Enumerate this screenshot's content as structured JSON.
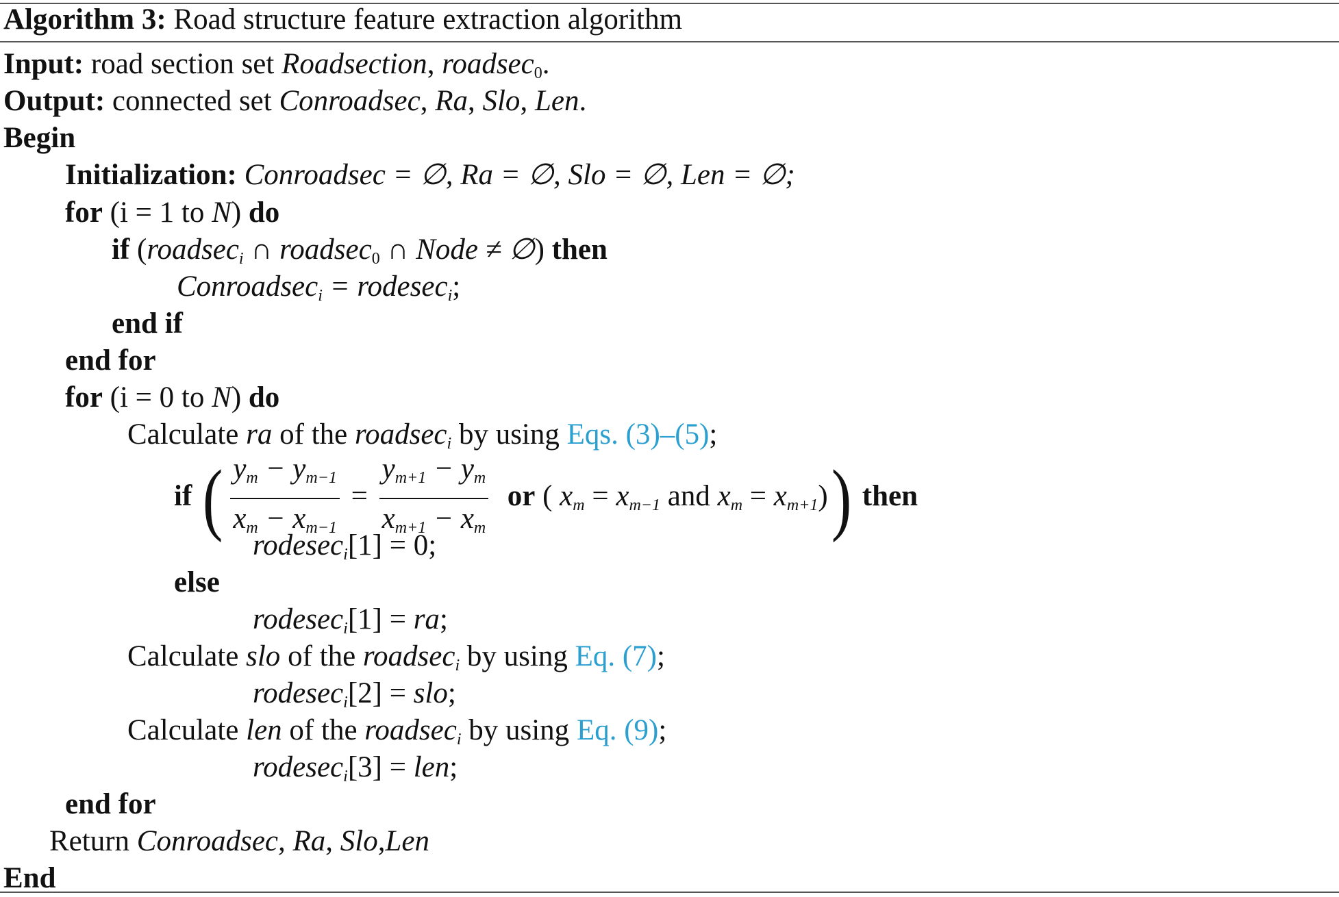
{
  "algorithm": {
    "label": "Algorithm 3:",
    "title": "Road structure feature extraction algorithm",
    "input_label": "Input:",
    "input_text": " road section set ",
    "input_var1": "Roadsection",
    "input_sep": ", ",
    "input_var2": "roadsec",
    "input_var2_sub": "0",
    "input_end": ".",
    "output_label": "Output:",
    "output_text": " connected set ",
    "output_vars": "Conroadsec",
    "output_ra": "Ra",
    "output_slo": "Slo",
    "output_len": "Len",
    "begin": "Begin",
    "end": "End",
    "init_label": "Initialization:",
    "init_expr": "Conroadsec = ∅, Ra = ∅, Slo = ∅, Len = ∅;",
    "for": "for",
    "do": "do",
    "if": "if",
    "then": "then",
    "else": "else",
    "end_if": "end if",
    "end_for": "end for",
    "or": "or",
    "and": "and",
    "for1_range_a": " (i = 1 to ",
    "for2_range_a": " (i = 0 to ",
    "N": "N",
    "paren_close": ") ",
    "if1_cond_a": " (",
    "if1_cond_b": "roadsec",
    "if1_sub_i": "i",
    "if1_cond_c": " ∩ roadsec",
    "if1_sub_0": "0",
    "if1_cond_d": " ∩ Node ≠ ∅",
    "if1_cond_e": ") ",
    "assign1_a": "Conroadsec",
    "assign1_sub": "i",
    "assign1_b": " = rodesec",
    "assign1_c": ";",
    "calc": "Calculate ",
    "of_the": " of the ",
    "by_using": " by using ",
    "roadsec": "roadsec",
    "sub_i": "i",
    "ra": "ra",
    "slo": "slo",
    "len": "len",
    "ref_ra": "Eqs. (3)–(5)",
    "ref_slo": "Eq. (7)",
    "ref_len": "Eq. (9)",
    "semi": ";",
    "frac1_num": "y",
    "frac1_num_sub_a": "m",
    "frac1_num_mid": " − y",
    "frac1_num_sub_b": "m−1",
    "frac1_den": "x",
    "frac1_den_sub_a": "m",
    "frac1_den_mid": " − x",
    "frac1_den_sub_b": "m−1",
    "eq": " = ",
    "frac2_num": "y",
    "frac2_num_sub_a": "m+1",
    "frac2_num_mid": " − y",
    "frac2_num_sub_b": "m",
    "frac2_den": "x",
    "frac2_den_sub_a": "m+1",
    "frac2_den_mid": " − x",
    "frac2_den_sub_b": "m",
    "or_paren": " ( ",
    "x": "x",
    "sub_m": "m",
    "sub_m_minus": "m−1",
    "sub_m_plus": "m+1",
    "rodesec": "rodesec",
    "idx1": "[1] = 0;",
    "idx1_ra_a": "[1] = ",
    "idx2_a": "[2] = ",
    "idx3_a": "[3] = ",
    "return_text": "Return ",
    "return_vars": "Conroadsec",
    "return_rest": ", Ra, Slo,Len"
  }
}
